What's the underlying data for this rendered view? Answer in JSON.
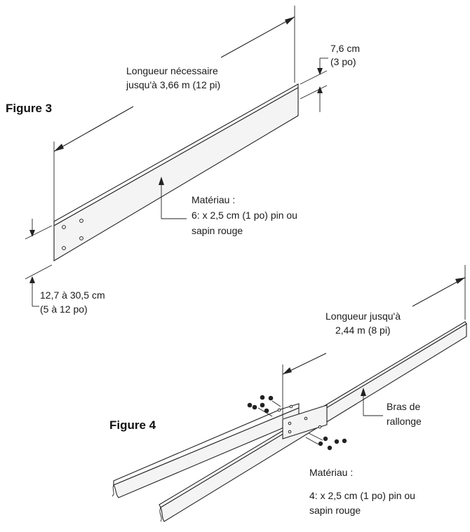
{
  "figure3": {
    "title": "Figure 3",
    "length_label": [
      "Longueur nécessaire",
      "jusqu'à 3,66 m (12 pi)"
    ],
    "thickness_label": [
      "7,6 cm",
      "(3 po)"
    ],
    "material_label": [
      "Matériau :",
      "6: x 2,5 cm (1 po) pin ou",
      "sapin rouge"
    ],
    "width_label": [
      "12,7 à 30,5 cm",
      "(5 à 12 po)"
    ]
  },
  "figure4": {
    "title": "Figure 4",
    "length_label": [
      "Longueur jusqu'à",
      "2,44 m (8 pi)"
    ],
    "arm_label": [
      "Bras de",
      "rallonge"
    ],
    "material_label": [
      "Matériau :",
      "4: x 2,5 cm (1 po) pin ou",
      "sapin rouge"
    ]
  }
}
